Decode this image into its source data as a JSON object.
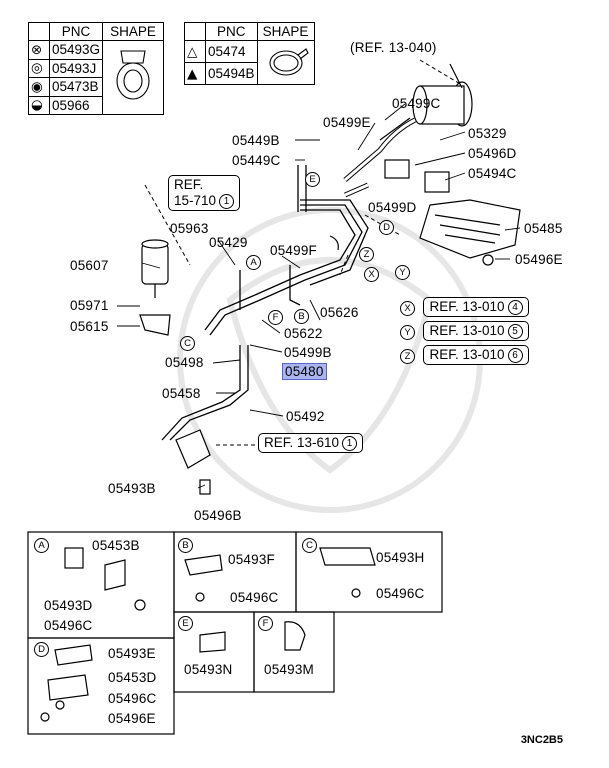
{
  "table1": {
    "headers": [
      "PNC",
      "SHAPE"
    ],
    "rows": [
      {
        "sym": "⊗",
        "pnc": "05493G"
      },
      {
        "sym": "◎",
        "pnc": "05493J"
      },
      {
        "sym": "◉",
        "pnc": "05473B"
      },
      {
        "sym": "◒",
        "pnc": "05966"
      }
    ]
  },
  "table2": {
    "headers": [
      "PNC",
      "SHAPE"
    ],
    "rows": [
      {
        "sym": "△",
        "pnc": "05474"
      },
      {
        "sym": "▲",
        "pnc": "05494B"
      }
    ]
  },
  "refs": {
    "r1304": "(REF. 13-040)",
    "r15710a": "REF.",
    "r15710b": "15-710",
    "r15710n": "1",
    "r13610": "REF. 13-610",
    "r13610n": "1",
    "x": {
      "letter": "X",
      "text": "REF. 13-010",
      "num": "4"
    },
    "y": {
      "letter": "Y",
      "text": "REF. 13-010",
      "num": "5"
    },
    "z": {
      "letter": "Z",
      "text": "REF. 13-010",
      "num": "6"
    }
  },
  "labels": {
    "p05499C": "05499C",
    "p05499E": "05499E",
    "p05329": "05329",
    "p05449B": "05449B",
    "p05496D": "05496D",
    "p05449C": "05449C",
    "p05494C": "05494C",
    "p05499D": "05499D",
    "p05485": "05485",
    "p05963": "05963",
    "p05429": "05429",
    "p05499F": "05499F",
    "p05607": "05607",
    "p05496E": "05496E",
    "p05971": "05971",
    "p05626": "05626",
    "p05615": "05615",
    "p05622": "05622",
    "p05499B": "05499B",
    "p05498": "05498",
    "p05480": "05480",
    "p05458": "05458",
    "p05492": "05492",
    "p05493B": "05493B",
    "p05496B": "05496B"
  },
  "callouts": {
    "A": "A",
    "B": "B",
    "C": "C",
    "D": "D",
    "E": "E",
    "F": "F",
    "X": "X",
    "Y": "Y",
    "Z": "Z"
  },
  "insets": {
    "A": {
      "letter": "A",
      "l1": "05453B",
      "l2": "05493D",
      "l3": "05496C"
    },
    "B": {
      "letter": "B",
      "l1": "05493F",
      "l2": "05496C"
    },
    "C": {
      "letter": "C",
      "l1": "05493H",
      "l2": "05496C"
    },
    "D": {
      "letter": "D",
      "l1": "05493E",
      "l2": "05453D",
      "l3": "05496C",
      "l4": "05496E"
    },
    "E": {
      "letter": "E",
      "l1": "05493N"
    },
    "F": {
      "letter": "F",
      "l1": "05493M"
    }
  },
  "diagram_code": "3NC2B5"
}
